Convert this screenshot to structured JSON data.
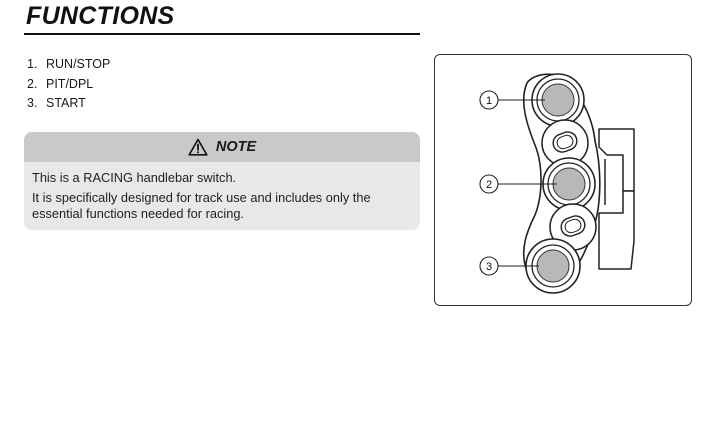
{
  "section": {
    "title": "FUNCTIONS"
  },
  "functions": [
    {
      "number": "1.",
      "label": "RUN/STOP"
    },
    {
      "number": "2.",
      "label": "PIT/DPL"
    },
    {
      "number": "3.",
      "label": "START"
    }
  ],
  "note": {
    "heading": "NOTE",
    "icon": "warning-triangle-icon",
    "line1": "This is a RACING handlebar switch.",
    "line2": "It is specifically designed for track use and includes only the essential functions needed for racing."
  },
  "figure": {
    "callouts": [
      "1",
      "2",
      "3"
    ]
  },
  "colors": {
    "note_header": "#c9c9c9",
    "note_background": "#e8e8e8",
    "button_fill": "#b8b8b8"
  }
}
